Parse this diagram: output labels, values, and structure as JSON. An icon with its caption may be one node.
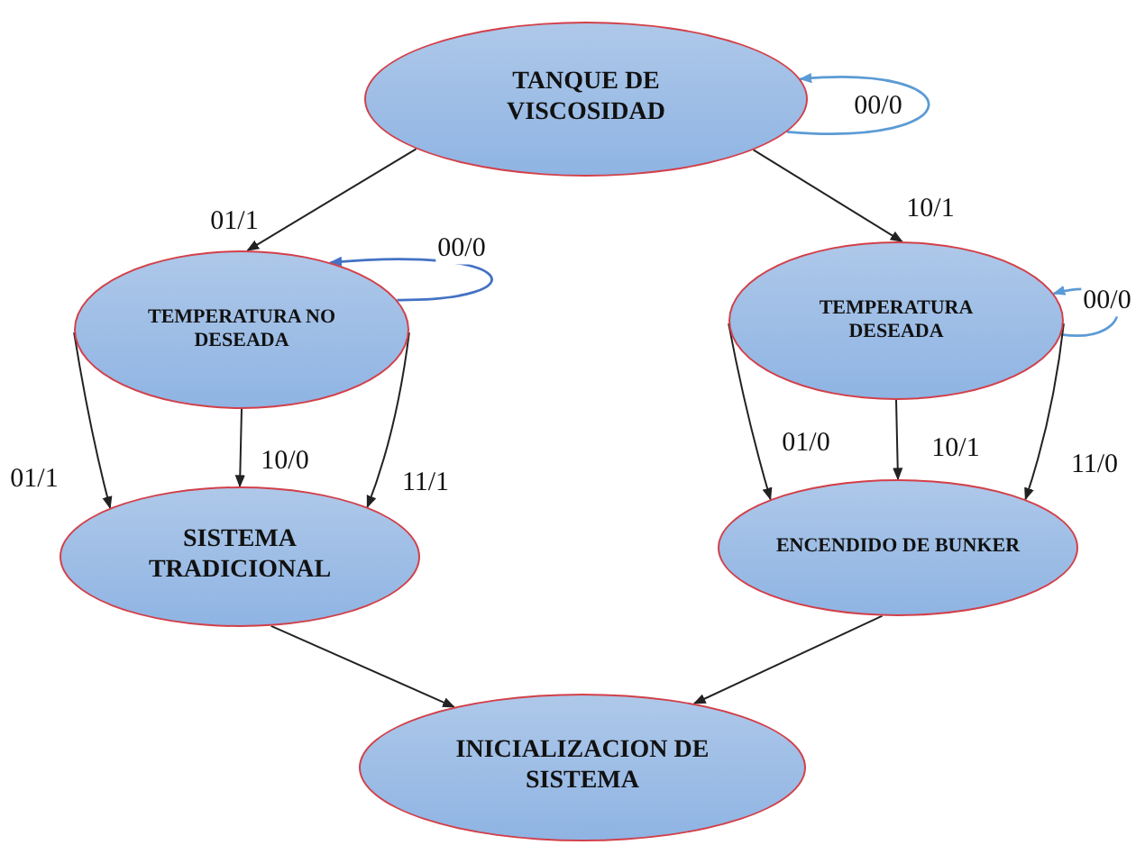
{
  "diagram": {
    "nodes": [
      {
        "text": [
          "TANQUE DE VISCOSIDAD"
        ]
      },
      {
        "text": [
          "TEMPERATURA NO DESEADA"
        ]
      },
      {
        "text": [
          "TEMPERATURA DESEADA"
        ]
      },
      {
        "text": [
          "SISTEMA TRADICIONAL"
        ]
      },
      {
        "text": [
          "ENCENDIDO DE BUNKER"
        ]
      },
      {
        "text": [
          "INICIALIZACION DE SISTEMA"
        ]
      }
    ],
    "edges": [
      {
        "from": 0,
        "to": 1,
        "arrow": "to",
        "label": "01/1"
      },
      {
        "from": 0,
        "to": 2,
        "arrow": "to",
        "label": "10/1"
      },
      {
        "from": 0,
        "to": 0,
        "arrow": "to",
        "label": "00/0",
        "color": "#5b9bd5"
      },
      {
        "from": 1,
        "to": 1,
        "arrow": "to",
        "label": "00/0",
        "color": "#4472c4"
      },
      {
        "from": 2,
        "to": 2,
        "arrow": "to",
        "label": "00/0",
        "color": "#5b9bd5"
      },
      {
        "from": 1,
        "to": 3,
        "arrow": "to",
        "label": "01/1"
      },
      {
        "from": 1,
        "to": 3,
        "arrow": "to",
        "label": "10/0"
      },
      {
        "from": 1,
        "to": 3,
        "arrow": "to",
        "label": "11/1"
      },
      {
        "from": 2,
        "to": 4,
        "arrow": "to",
        "label": "01/0"
      },
      {
        "from": 2,
        "to": 4,
        "arrow": "to",
        "label": "10/1"
      },
      {
        "from": 2,
        "to": 4,
        "arrow": "to",
        "label": "11/0"
      },
      {
        "from": 3,
        "to": 5,
        "arrow": "to"
      },
      {
        "from": 4,
        "to": 5,
        "arrow": "to"
      }
    ]
  }
}
